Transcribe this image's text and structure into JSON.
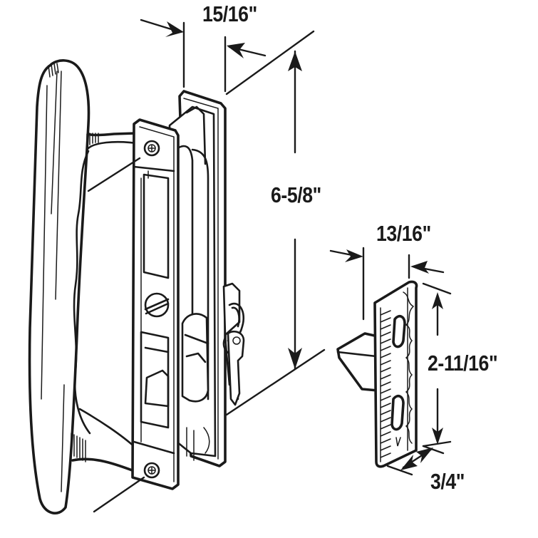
{
  "diagram": {
    "subject": "Sliding patio door handle set with mortise lock, key and keeper",
    "colors": {
      "line": "#1a1a1a",
      "background": "#ffffff"
    },
    "components": [
      {
        "name": "pull-handle",
        "label": ""
      },
      {
        "name": "mortise-lock-body",
        "label": ""
      },
      {
        "name": "key-cylinder-with-keys",
        "label": ""
      },
      {
        "name": "keeper-strike",
        "label": ""
      }
    ],
    "dimensions": {
      "lock_width": "15/16\"",
      "lock_height": "6-5/8\"",
      "keeper_width": "13/16\"",
      "keeper_height": "2-11/16\"",
      "keeper_depth": "3/4\""
    }
  }
}
